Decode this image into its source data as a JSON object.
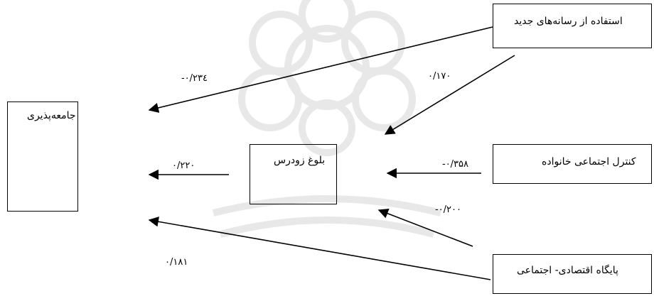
{
  "diagram": {
    "nodes": {
      "jamee_paziri": "جامعه‌پذیری",
      "bolugh_zoodras": "بلوغ زودرس",
      "estefade_resaneh": "استفاده از رسانه‌های جدید",
      "kontrol_ejtemai": "کنترل اجتماعی خانواده",
      "paygah_eqtesadi": "پایگاه اقتصادی- اجتماعی"
    },
    "edges": [
      {
        "from": "estefade_resaneh",
        "to": "jamee_paziri",
        "coefficient": "-۰/۲۳٤"
      },
      {
        "from": "estefade_resaneh",
        "to": "bolugh_zoodras",
        "coefficient": "۰/۱۷۰"
      },
      {
        "from": "bolugh_zoodras",
        "to": "jamee_paziri",
        "coefficient": "۰/۲۲۰"
      },
      {
        "from": "kontrol_ejtemai",
        "to": "bolugh_zoodras",
        "coefficient": "-۰/۳۵۸"
      },
      {
        "from": "paygah_eqtesadi",
        "to": "bolugh_zoodras",
        "coefficient": "-۰/۲۰۰"
      },
      {
        "from": "paygah_eqtesadi",
        "to": "jamee_paziri",
        "coefficient": "۰/۱۸۱"
      }
    ],
    "colors": {
      "line": "#000000",
      "watermark": "#e6e6e6"
    }
  }
}
